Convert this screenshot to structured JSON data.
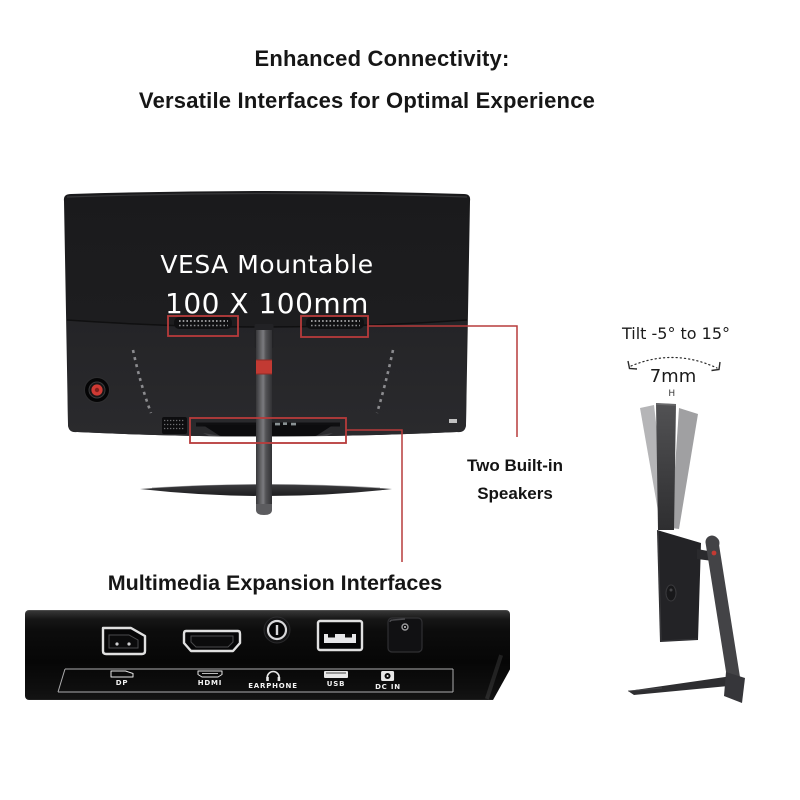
{
  "header": {
    "title_line1": "Enhanced Connectivity:",
    "title_line2": "Versatile Interfaces for Optimal Experience"
  },
  "monitor_back": {
    "vesa_line1": "VESA Mountable",
    "vesa_line2": "100 X 100mm"
  },
  "callouts": {
    "speakers_line1": "Two Built-in",
    "speakers_line2": "Speakers",
    "tilt_label": "Tilt -5° to 15°",
    "tilt_height": "7mm",
    "tilt_height_axis": "H"
  },
  "ports_section": {
    "heading": "Multimedia Expansion Interfaces",
    "ports": [
      {
        "label": "DP",
        "icon": "dp-connector-icon"
      },
      {
        "label": "HDMI",
        "icon": "hdmi-connector-icon"
      },
      {
        "label": "EARPHONE",
        "icon": "headphone-icon"
      },
      {
        "label": "USB",
        "icon": "usb-connector-icon"
      },
      {
        "label": "DC IN",
        "icon": "dc-plug-icon"
      }
    ]
  },
  "colors": {
    "background": "#ffffff",
    "annotation_red": "#b73b3b",
    "accent_red": "#cf3a34",
    "monitor_dark": "#1d1d1f",
    "text_dark": "#111111",
    "text_white": "#ffffff"
  }
}
